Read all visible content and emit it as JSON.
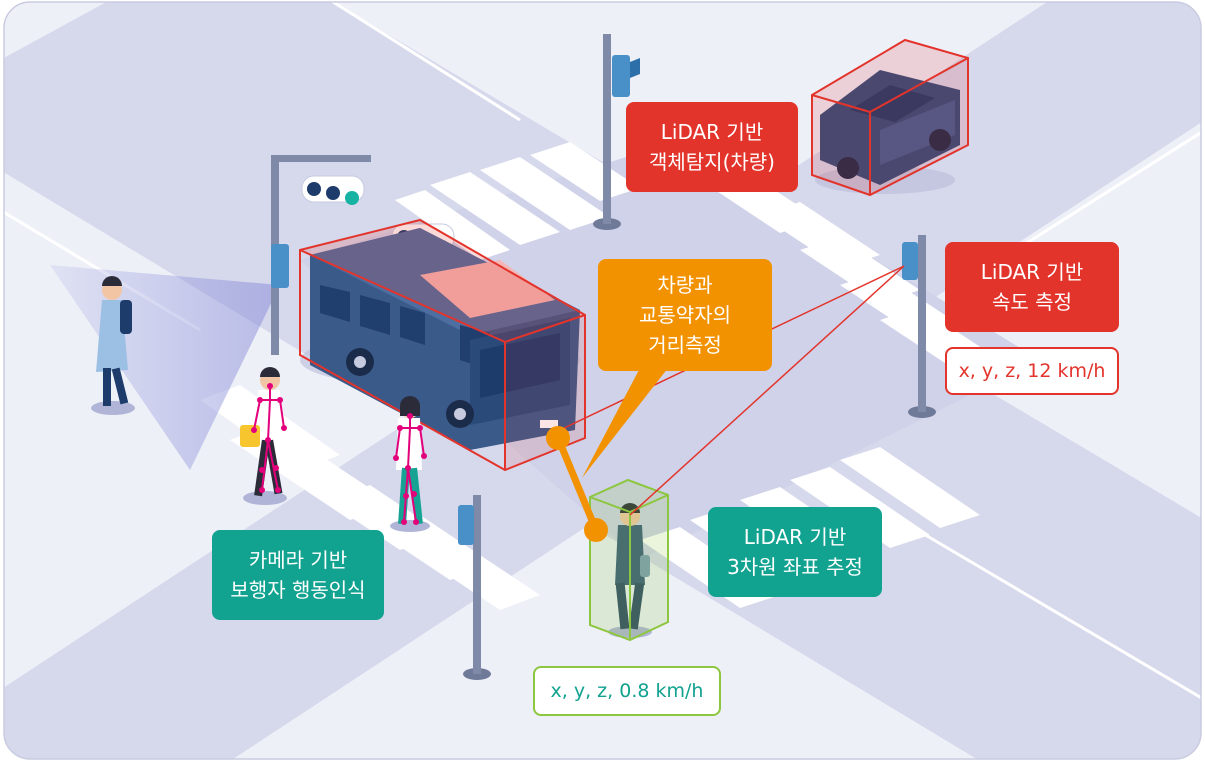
{
  "labels": {
    "vehicle_detection": {
      "line1": "LiDAR 기반",
      "line2": "객체탐지(차량)"
    },
    "speed_measure": {
      "line1": "LiDAR 기반",
      "line2": "속도 측정"
    },
    "distance_measure": {
      "line1": "차량과",
      "line2": "교통약자의",
      "line3": "거리측정"
    },
    "coord_estimation": {
      "line1": "LiDAR 기반",
      "line2": "3차원 좌표 추정"
    },
    "pedestrian_recognition": {
      "line1": "카메라 기반",
      "line2": "보행자 행동인식"
    }
  },
  "readouts": {
    "vehicle": "x, y, z, 12 km/h",
    "pedestrian": "x, y, z, 0.8 km/h"
  },
  "colors": {
    "road": "#d6d8ec",
    "crosswalk": "#ffffff",
    "pole": "#6f7a99",
    "bus": "#3a5a8a",
    "car": "#2f4d7e",
    "lidar_box": "#e3342c",
    "pedestrian_box": "#8dc63f",
    "label_red": "#e3342c",
    "label_orange": "#f39200",
    "label_teal": "#11a290",
    "pose_keypoint": "#e3007b"
  }
}
